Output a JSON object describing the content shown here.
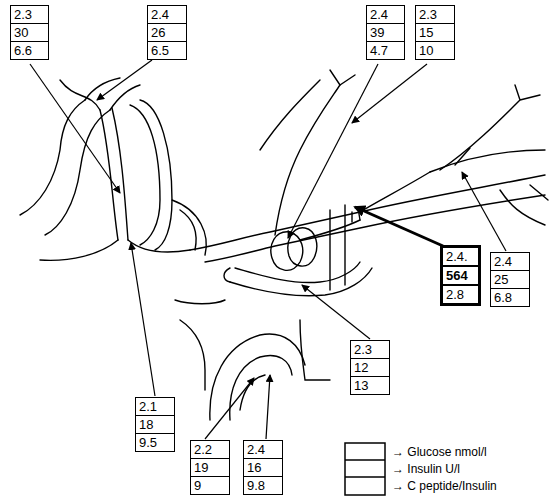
{
  "diagram": {
    "nodes": [
      {
        "text": [
          "2.3",
          "30",
          "6.6"
        ]
      },
      {
        "text": [
          "2.4",
          "26",
          "6.5"
        ]
      },
      {
        "text": [
          "2.4",
          "39",
          "4.7"
        ]
      },
      {
        "text": [
          "2.3",
          "15",
          "10"
        ]
      },
      {
        "text": [
          "2.4.",
          "564",
          "2.8"
        ]
      },
      {
        "text": [
          "2.4",
          "25",
          "6.8"
        ]
      },
      {
        "text": [
          "2.3",
          "12",
          "13"
        ]
      },
      {
        "text": [
          "2.1",
          "18",
          "9.5"
        ]
      },
      {
        "text": [
          "2.2",
          "19",
          "9"
        ]
      },
      {
        "text": [
          "2.4",
          "16",
          "9.8"
        ]
      }
    ],
    "legend": [
      {
        "text": "→ Glucose nmol/l"
      },
      {
        "text": "→ Insulin U/l"
      },
      {
        "text": "→ C peptide/Insulin"
      }
    ]
  }
}
